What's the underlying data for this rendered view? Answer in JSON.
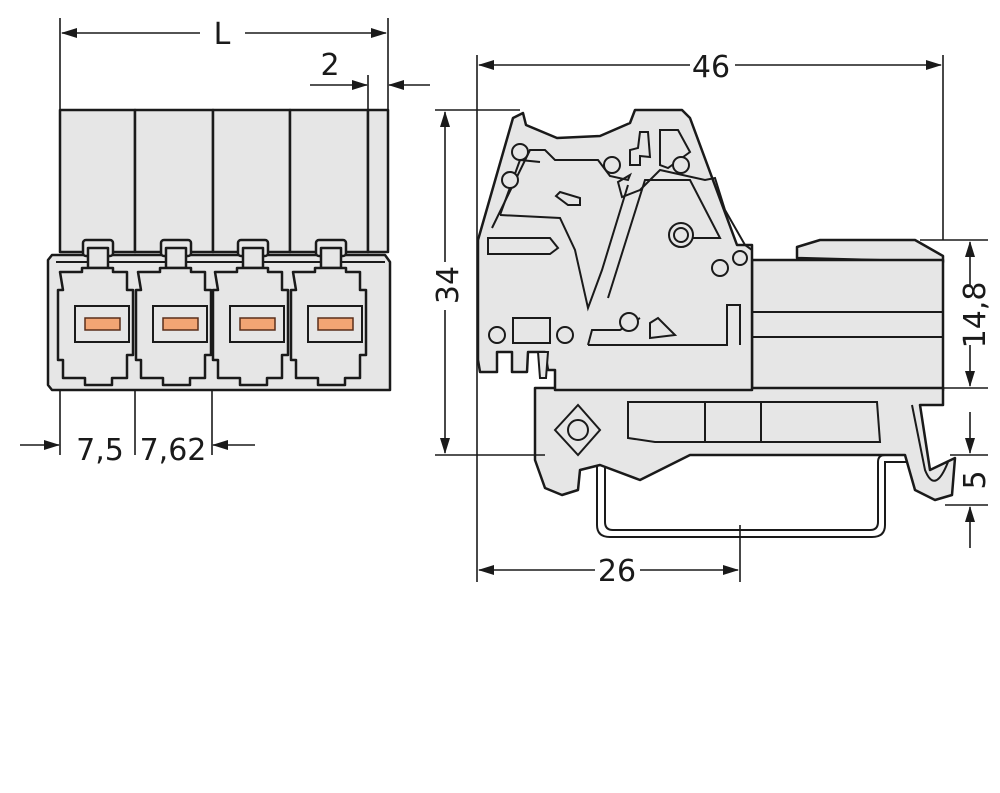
{
  "title": "Terminal block dimension drawing",
  "front_view": {
    "dimensions": {
      "length": "L",
      "offset": "2",
      "first_pitch": "7,5",
      "pitch": "7,62"
    },
    "poles": 4,
    "contact_color": "#f2a574"
  },
  "side_view": {
    "dimensions": {
      "width": "46",
      "height": "34",
      "module_height": "14,8",
      "rail_offset": "5",
      "rail_position": "26"
    }
  },
  "colors": {
    "housing": "#e6e6e6",
    "line": "#1a1a1a"
  }
}
